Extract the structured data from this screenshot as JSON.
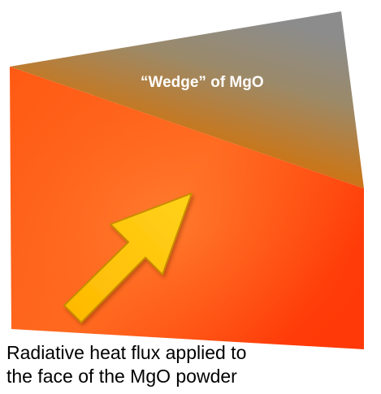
{
  "diagram": {
    "wedge_label": "“Wedge” of MgO",
    "caption_lines": [
      "Radiative heat flux applied to",
      "the face of the MgO powder"
    ],
    "colors": {
      "top_gray": "#8c8c8c",
      "top_orange": "#e8530a",
      "front_orange": "#ff5a14",
      "front_deep": "#ff2e00",
      "front_light": "#ff7a2e",
      "right_face": "#ff3d00",
      "arrow_fill": "#ffc400",
      "arrow_stroke": "#c98a00",
      "label_text": "#ffffff",
      "caption_text": "#000000"
    },
    "icons": {
      "arrow": "heat-flux-arrow-icon"
    }
  }
}
